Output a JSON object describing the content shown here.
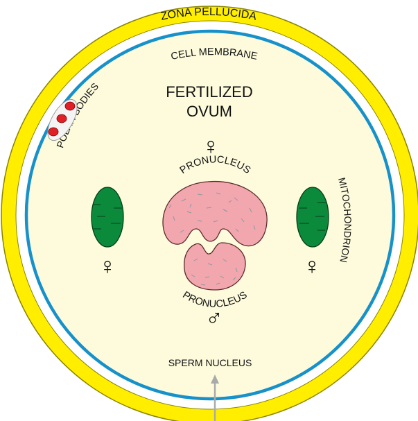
{
  "labels": {
    "zona_pellucida": "ZONA PELLUCIDA",
    "cell_membrane": "CELL MEMBRANE",
    "title_line1": "FERTILIZED",
    "title_line2": "OVUM",
    "polar_bodies": "POLAR BODIES",
    "mitochondrion": "MITOCHONDRION",
    "pronucleus_female": "PRONUCLEUS",
    "pronucleus_male": "PRONUCLEUS",
    "sperm_nucleus": "SPERM NUCLEUS"
  },
  "symbols": {
    "female": "♀",
    "male": "♂"
  },
  "colors": {
    "zona": "#ffee00",
    "zona_outline": "#8a8400",
    "cytoplasm": "#fdfbdc",
    "membrane": "#1791c9",
    "mitochondrion": "#0b8a3c",
    "pronucleus": "#f2a6ae",
    "polar_body": "#e01f26",
    "pointer": "#aaaaaa"
  }
}
